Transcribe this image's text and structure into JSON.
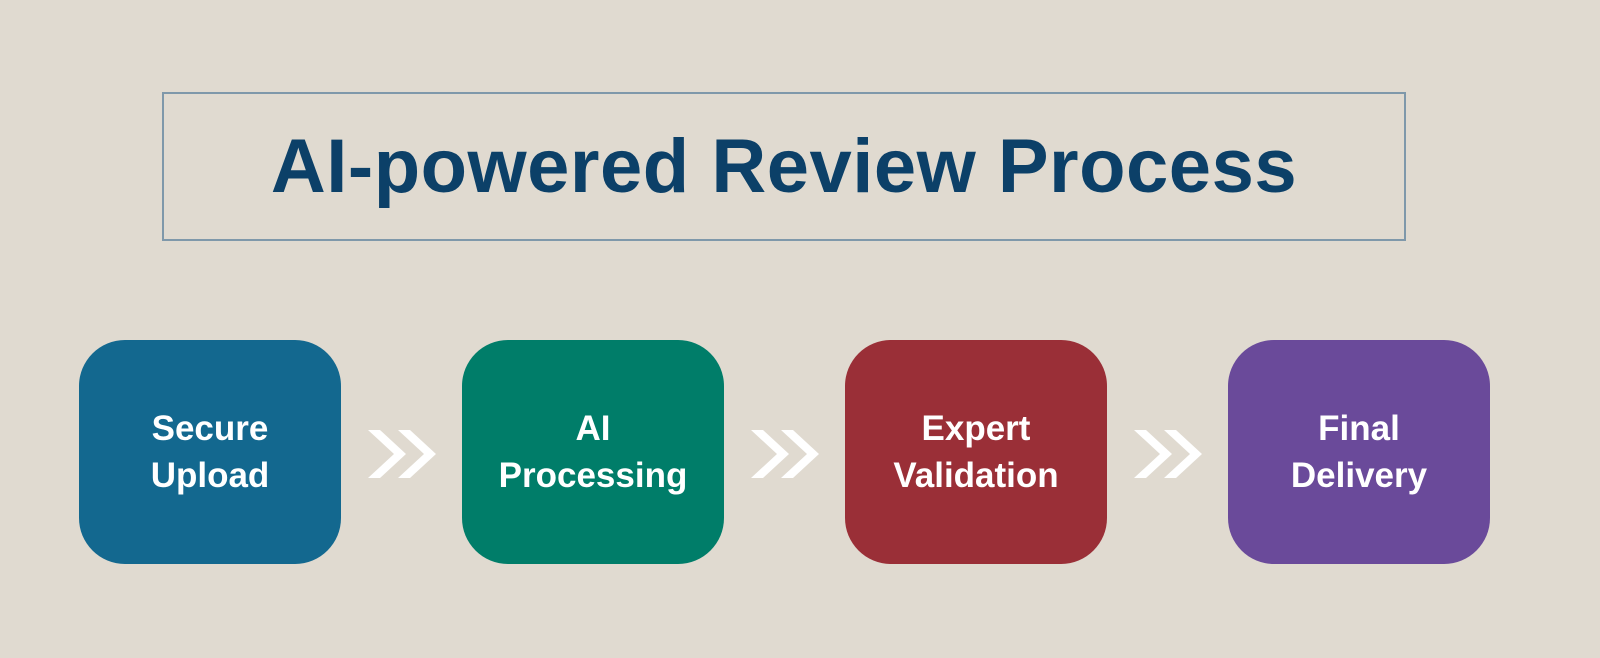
{
  "title": "AI-powered Review Process",
  "steps": [
    {
      "line1": "Secure",
      "line2": "Upload",
      "color": "#13688f"
    },
    {
      "line1": "AI",
      "line2": "Processing",
      "color": "#007d69"
    },
    {
      "line1": "Expert",
      "line2": "Validation",
      "color": "#9a2f37"
    },
    {
      "line1": "Final",
      "line2": "Delivery",
      "color": "#6a4a9a"
    }
  ],
  "arrow_icon": "double-chevron-right"
}
